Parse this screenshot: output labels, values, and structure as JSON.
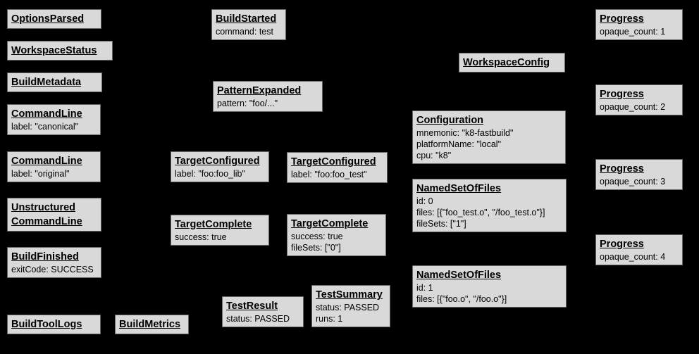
{
  "diagram": {
    "description": "Build event protocol graph",
    "colors": {
      "background": "#000000",
      "node_fill": "#d9d9d9",
      "node_border": "#666666",
      "node_text": "#000000"
    }
  },
  "nodes": [
    {
      "title": "OptionsParsed",
      "lines": []
    },
    {
      "title": "WorkspaceStatus",
      "lines": []
    },
    {
      "title": "BuildMetadata",
      "lines": []
    },
    {
      "title": "CommandLine",
      "lines": [
        "label: \"canonical\""
      ]
    },
    {
      "title": "CommandLine",
      "lines": [
        "label: \"original\""
      ]
    },
    {
      "title": "Unstructured CommandLine",
      "lines": []
    },
    {
      "title": "BuildFinished",
      "lines": [
        "exitCode: SUCCESS"
      ]
    },
    {
      "title": "BuildToolLogs",
      "lines": []
    },
    {
      "title": "BuildMetrics",
      "lines": []
    },
    {
      "title": "BuildStarted",
      "lines": [
        "command: test"
      ]
    },
    {
      "title": "PatternExpanded",
      "lines": [
        "pattern: \"foo/...\""
      ]
    },
    {
      "title": "TargetConfigured",
      "lines": [
        "label: \"foo:foo_lib\""
      ]
    },
    {
      "title": "TargetConfigured",
      "lines": [
        "label: \"foo:foo_test\""
      ]
    },
    {
      "title": "TargetComplete",
      "lines": [
        "success: true"
      ]
    },
    {
      "title": "TargetComplete",
      "lines": [
        "success: true",
        "fileSets: [\"0\"]"
      ]
    },
    {
      "title": "TestResult",
      "lines": [
        "status: PASSED"
      ]
    },
    {
      "title": "TestSummary",
      "lines": [
        "status: PASSED",
        "runs: 1"
      ]
    },
    {
      "title": "WorkspaceConfig",
      "lines": []
    },
    {
      "title": "Configuration",
      "lines": [
        "mnemonic: \"k8-fastbuild\"",
        "platformName: \"local\"",
        "cpu: \"k8\""
      ]
    },
    {
      "title": "NamedSetOfFiles",
      "lines": [
        "id: 0",
        "files: [{\"foo_test.o\", \"/foo_test.o\"}]",
        "fileSets: [\"1\"]"
      ]
    },
    {
      "title": "NamedSetOfFiles",
      "lines": [
        "id: 1",
        "files: [{\"foo.o\", \"/foo.o\"}]"
      ]
    },
    {
      "title": "Progress",
      "lines": [
        "opaque_count: 1"
      ]
    },
    {
      "title": "Progress",
      "lines": [
        "opaque_count: 2"
      ]
    },
    {
      "title": "Progress",
      "lines": [
        "opaque_count: 3"
      ]
    },
    {
      "title": "Progress",
      "lines": [
        "opaque_count: 4"
      ]
    }
  ]
}
